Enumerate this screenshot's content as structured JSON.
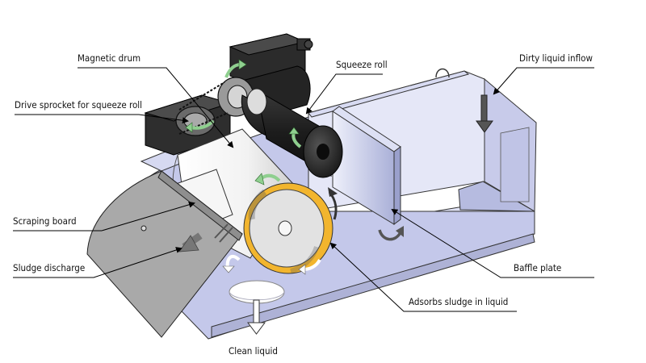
{
  "labels": {
    "magnetic_drum": "Magnetic drum",
    "drive_sprocket": "Drive sprocket for squeeze roll",
    "squeeze_roll": "Squeeze roll",
    "dirty_liquid_inflow": "Dirty liquid inflow",
    "scraping_board": "Scraping board",
    "sludge_discharge": "Sludge discharge",
    "baffle_plate": "Baffle plate",
    "adsorbs_sludge": "Adsorbs sludge in liquid",
    "clean_liquid": "Clean liquid"
  },
  "colors": {
    "tank_face": "#c9ccec",
    "tank_shadow": "#aeb2d6",
    "tank_inner": "#e4e6f7",
    "drum_body": "#f4f4f4",
    "drum_ring": "#f2b52e",
    "motor": "#2a2a2a",
    "chute": "#a7a7a7",
    "flow_arrow": "#8fcf8f"
  }
}
